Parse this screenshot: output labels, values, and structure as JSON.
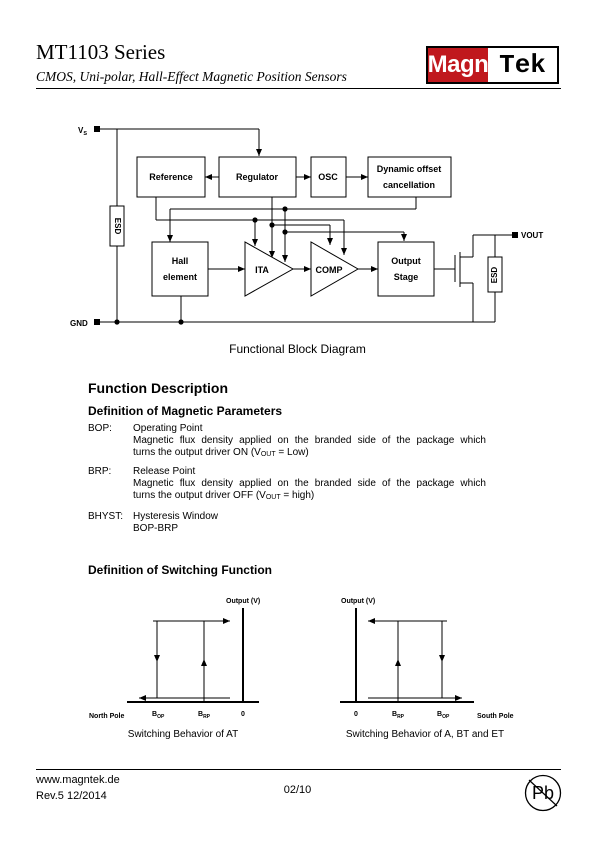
{
  "header": {
    "series_title": "MT1103 Series",
    "subtitle": "CMOS, Uni-polar, Hall-Effect Magnetic Position Sensors",
    "logo": {
      "part1": "Magn",
      "part2": "Tek",
      "red": "#c0181d"
    }
  },
  "block_diagram": {
    "pins": {
      "vs": "V",
      "vs_sub": "S",
      "gnd": "GND",
      "vout": "VOUT"
    },
    "blocks": {
      "reference": "Reference",
      "regulator": "Regulator",
      "osc": "OSC",
      "dynamic_offset_1": "Dynamic offset",
      "dynamic_offset_2": "cancellation",
      "hall_1": "Hall",
      "hall_2": "element",
      "ita": "ITA",
      "comp": "COMP",
      "output_1": "Output",
      "output_2": "Stage",
      "esd": "ESD"
    },
    "caption": "Functional Block Diagram"
  },
  "function_description": {
    "heading": "Function Description",
    "magnetic_heading": "Definition of Magnetic Parameters",
    "bop": {
      "term": "BOP:",
      "name": "Operating Point",
      "desc": "Magnetic flux density applied on the branded side of the package which",
      "desc2_pre": "turns the output driver ON (V",
      "desc2_sub": "OUT",
      "desc2_post": " = Low)"
    },
    "brp": {
      "term": "BRP:",
      "name": "Release Point",
      "desc": "Magnetic flux density applied on the branded side of the package which",
      "desc2_pre": "turns the output driver OFF (V",
      "desc2_sub": "OUT",
      "desc2_post": " = high)"
    },
    "bhyst": {
      "term": "BHYST:",
      "name": "Hysteresis Window",
      "formula": "BOP-BRP"
    }
  },
  "switching": {
    "heading": "Definition of Switching Function",
    "at": {
      "ylabel": "Output (V)",
      "north": "North Pole",
      "b1": "B",
      "b1_sub": "OP",
      "b2": "B",
      "b2_sub": "RP",
      "zero": "0",
      "caption": "Switching Behavior of AT"
    },
    "abt": {
      "ylabel": "Output (V)",
      "zero": "0",
      "b1": "B",
      "b1_sub": "RP",
      "b2": "B",
      "b2_sub": "OP",
      "south": "South Pole",
      "caption": "Switching Behavior of A, BT and ET"
    }
  },
  "footer": {
    "url": "www.magntek.de",
    "rev": "Rev.5 12/2014",
    "page": "02/10",
    "pb": "Pb"
  }
}
